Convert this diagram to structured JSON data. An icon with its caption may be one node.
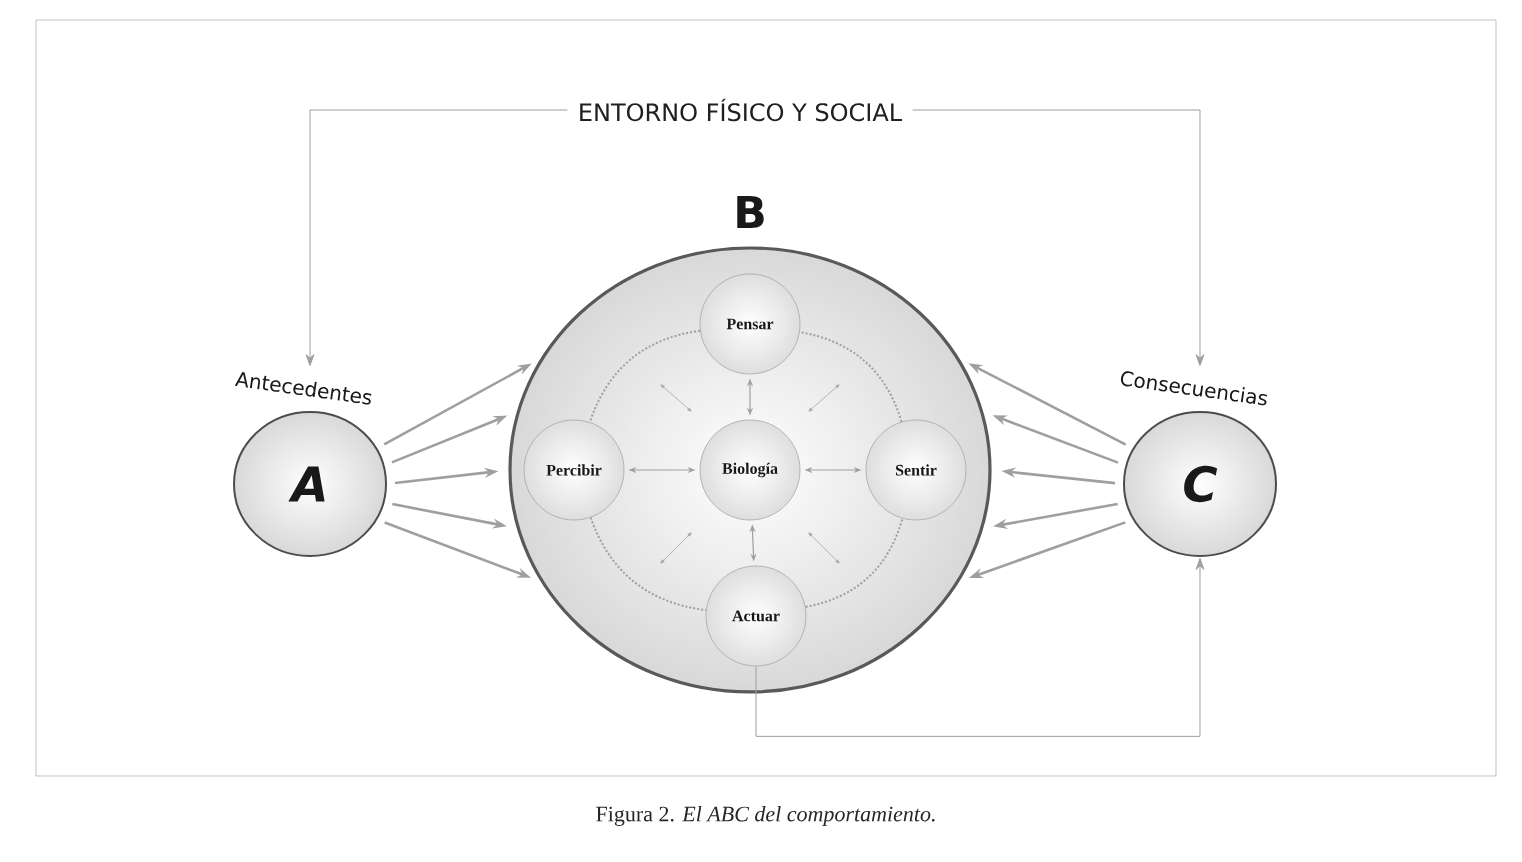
{
  "diagram": {
    "caption": "Figura 2.   *El ABC del comportamiento.*",
    "nodes": [
      {
        "text": [
          "B"
        ]
      },
      {
        "text": [
          "Pensar"
        ],
        "in": 0
      },
      {
        "text": [
          "Percibir"
        ],
        "in": 0
      },
      {
        "text": [
          "Biología"
        ],
        "in": 0
      },
      {
        "text": [
          "Sentir"
        ],
        "in": 0
      },
      {
        "text": [
          "Actuar"
        ],
        "in": 0
      },
      {
        "text": [
          "A",
          "Antecedentes"
        ]
      },
      {
        "text": [
          "C",
          "Consecuencias"
        ]
      },
      {
        "text": [
          "ENTORNO FÍSICO Y SOCIAL"
        ]
      }
    ],
    "edges": [
      {
        "from": 6,
        "to": 0,
        "arrow": "to"
      },
      {
        "from": 6,
        "to": 0,
        "arrow": "to"
      },
      {
        "from": 6,
        "to": 0,
        "arrow": "to"
      },
      {
        "from": 6,
        "to": 0,
        "arrow": "to"
      },
      {
        "from": 6,
        "to": 0,
        "arrow": "to"
      },
      {
        "from": 7,
        "to": 0,
        "arrow": "to"
      },
      {
        "from": 7,
        "to": 0,
        "arrow": "to"
      },
      {
        "from": 7,
        "to": 0,
        "arrow": "to"
      },
      {
        "from": 7,
        "to": 0,
        "arrow": "to"
      },
      {
        "from": 7,
        "to": 0,
        "arrow": "to"
      },
      {
        "from": 3,
        "to": 1,
        "arrow": "both"
      },
      {
        "from": 3,
        "to": 2,
        "arrow": "both"
      },
      {
        "from": 3,
        "to": 4,
        "arrow": "both"
      },
      {
        "from": 3,
        "to": 5,
        "arrow": "both"
      },
      {
        "from": 1,
        "to": 2,
        "arrow": "none",
        "style": "dashed"
      },
      {
        "from": 2,
        "to": 5,
        "arrow": "none",
        "style": "dashed"
      },
      {
        "from": 5,
        "to": 4,
        "arrow": "none",
        "style": "dashed"
      },
      {
        "from": 4,
        "to": 1,
        "arrow": "none",
        "style": "dashed"
      },
      {
        "from": 8,
        "to": 6,
        "arrow": "to"
      },
      {
        "from": 8,
        "to": 7,
        "arrow": "to"
      },
      {
        "from": 5,
        "to": 7,
        "arrow": "to"
      }
    ]
  }
}
